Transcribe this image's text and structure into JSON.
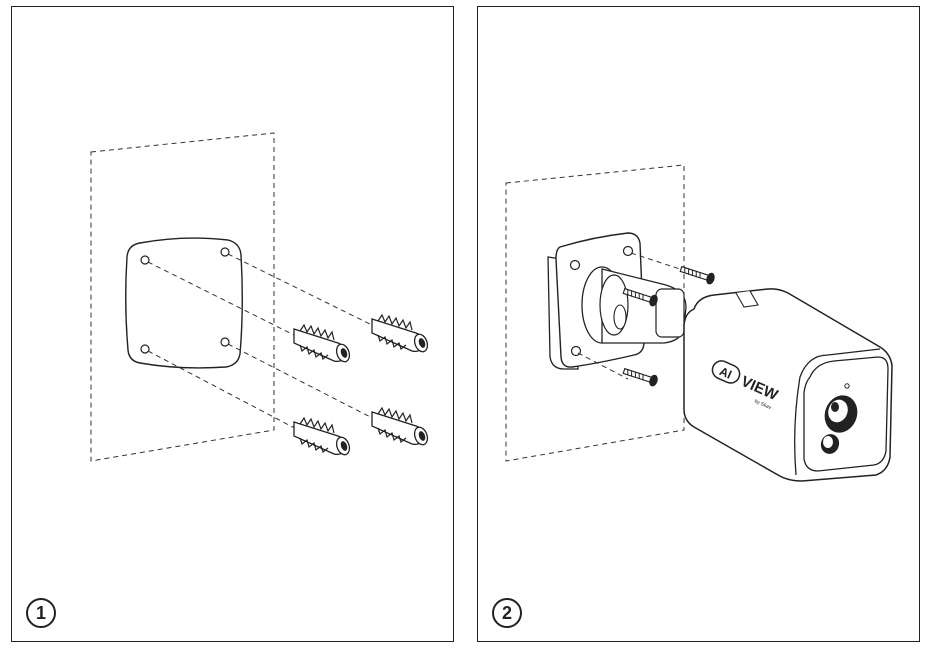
{
  "steps": [
    {
      "number": "1"
    },
    {
      "number": "2"
    }
  ],
  "camera_brand": {
    "logo": "AI",
    "name": "VIEW",
    "sub": "by Skav"
  }
}
